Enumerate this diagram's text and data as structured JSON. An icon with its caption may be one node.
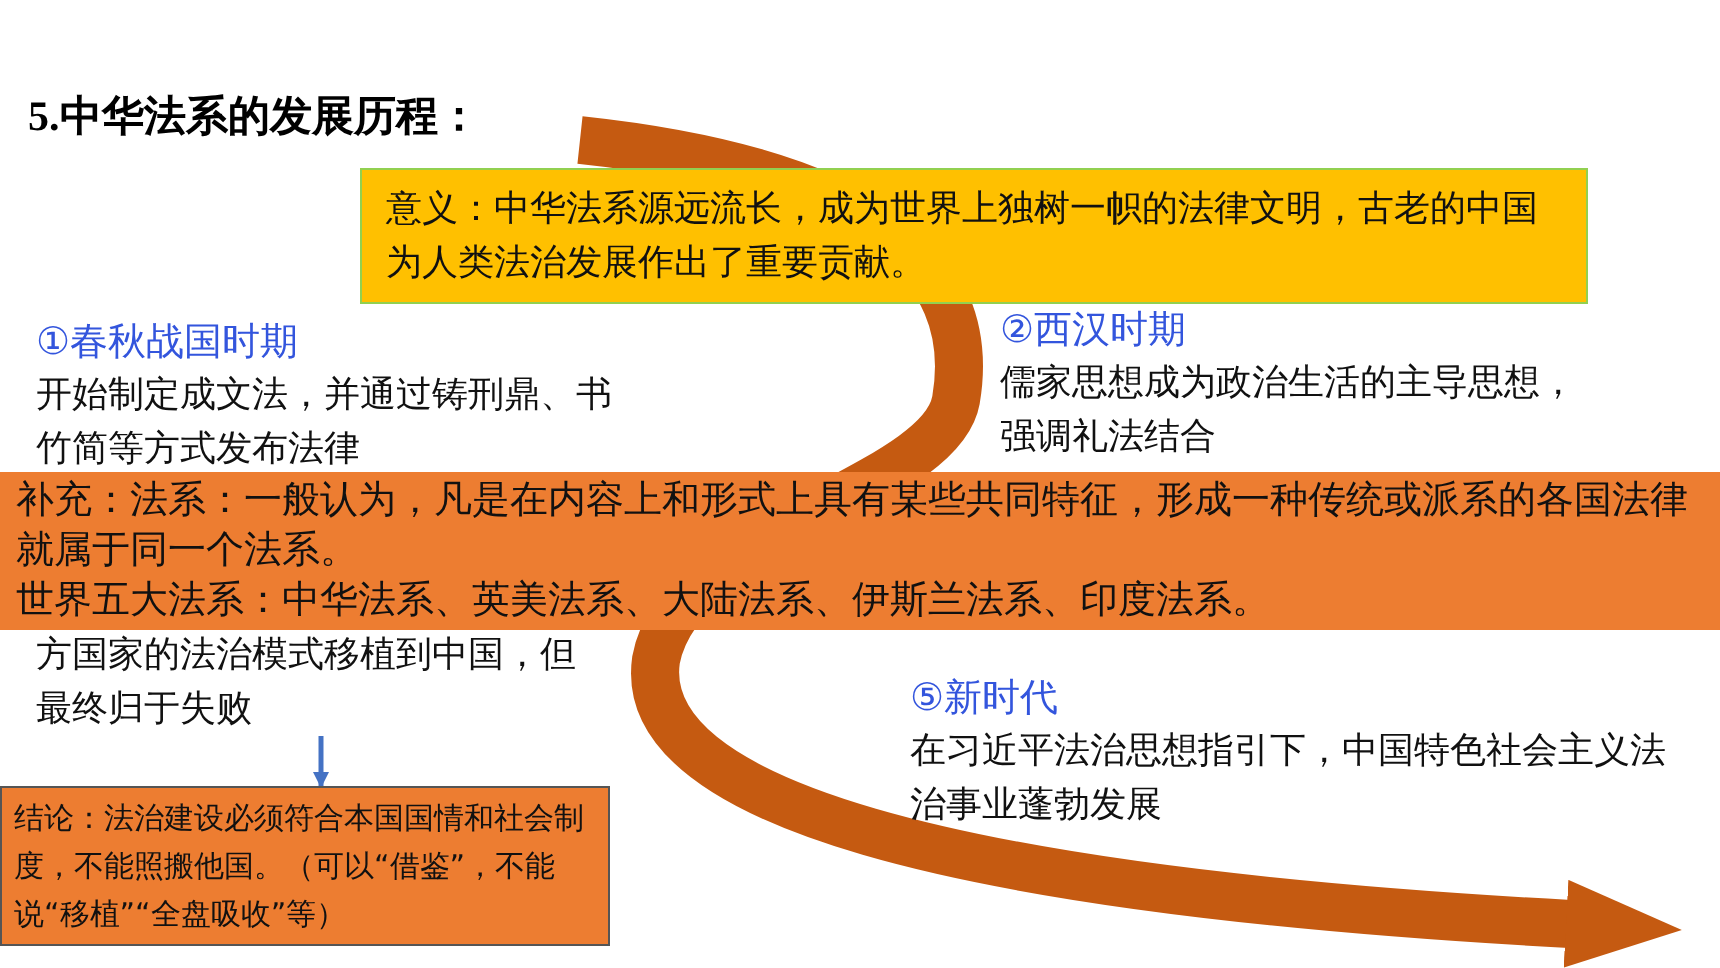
{
  "diagram": {
    "title": "5.中华法系的发展历程：",
    "nodes": [
      {
        "text": [
          "意义：中华法系源远流长，成为世界上独树一帜的法律文明，古老的中国为人类法治发展作出了重要贡献。"
        ]
      },
      {
        "text": [
          "①春秋战国时期",
          "开始制定成文法，并通过铸刑鼎、书竹简等方式发布法律"
        ]
      },
      {
        "text": [
          "②西汉时期",
          "儒家思想成为政治生活的主导思想，强调礼法结合"
        ]
      },
      {
        "text": [
          "补充：法系：一般认为，凡是在内容上和形式上具有某些共同特征，形成一种传统或派系的各国法律就属于同一个法系。",
          "世界五大法系：中华法系、英美法系、大陆法系、伊斯兰法系、印度法系。"
        ]
      },
      {
        "text": [
          "方国家的法治模式移植到中国，但最终归于失败"
        ]
      },
      {
        "text": [
          "⑤新时代",
          "在习近平法治思想指引下，中国特色社会主义法治事业蓬勃发展"
        ]
      },
      {
        "text": [
          "结论：法治建设必须符合本国国情和社会制度，不能照搬他国。（可以“借鉴”，不能说“移植”“全盘吸收”等）"
        ]
      }
    ],
    "edges": [
      {
        "from": 4,
        "to": 6,
        "arrow": "to"
      }
    ]
  }
}
